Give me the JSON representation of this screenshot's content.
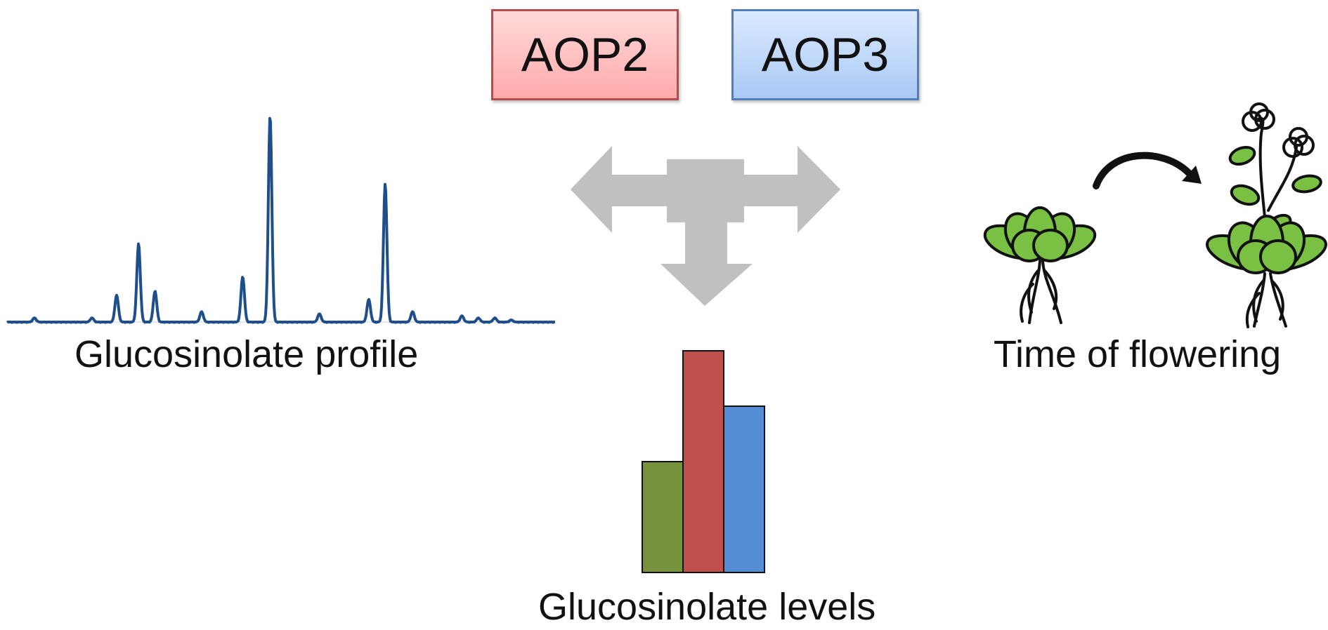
{
  "genes": [
    {
      "label": "AOP2",
      "color": "#ffaaaa",
      "border": "#b94a4a"
    },
    {
      "label": "AOP3",
      "color": "#a9c9f5",
      "border": "#4f7fbf"
    }
  ],
  "captions": {
    "profile": "Glucosinolate profile",
    "levels": "Glucosinolate levels",
    "flowering": "Time of flowering"
  },
  "chromatogram": {
    "color": "#1f4e8c",
    "peaks": [
      {
        "x": 0.05,
        "h": 0.02
      },
      {
        "x": 0.155,
        "h": 0.02
      },
      {
        "x": 0.2,
        "h": 0.13
      },
      {
        "x": 0.24,
        "h": 0.38
      },
      {
        "x": 0.27,
        "h": 0.15
      },
      {
        "x": 0.355,
        "h": 0.05
      },
      {
        "x": 0.43,
        "h": 0.22
      },
      {
        "x": 0.48,
        "h": 1.0
      },
      {
        "x": 0.57,
        "h": 0.04
      },
      {
        "x": 0.66,
        "h": 0.11
      },
      {
        "x": 0.69,
        "h": 0.67
      },
      {
        "x": 0.74,
        "h": 0.05
      },
      {
        "x": 0.83,
        "h": 0.03
      },
      {
        "x": 0.86,
        "h": 0.02
      },
      {
        "x": 0.89,
        "h": 0.02
      },
      {
        "x": 0.92,
        "h": 0.01
      }
    ]
  },
  "chart_data": {
    "type": "bar",
    "categories": [
      "",
      "",
      ""
    ],
    "values": [
      0.5,
      1.0,
      0.75
    ],
    "colors": [
      "#76923c",
      "#c0504d",
      "#558ed5"
    ],
    "title": "",
    "xlabel": "",
    "ylabel": ""
  },
  "arrows": {
    "color": "#c0c0c0",
    "directions": [
      "left",
      "right",
      "down"
    ]
  },
  "plant": {
    "leaf_color": "#7ac143",
    "stroke": "#111111",
    "icons": [
      "rosette-plant-icon",
      "flowering-plant-icon",
      "curved-arrow-icon"
    ]
  }
}
